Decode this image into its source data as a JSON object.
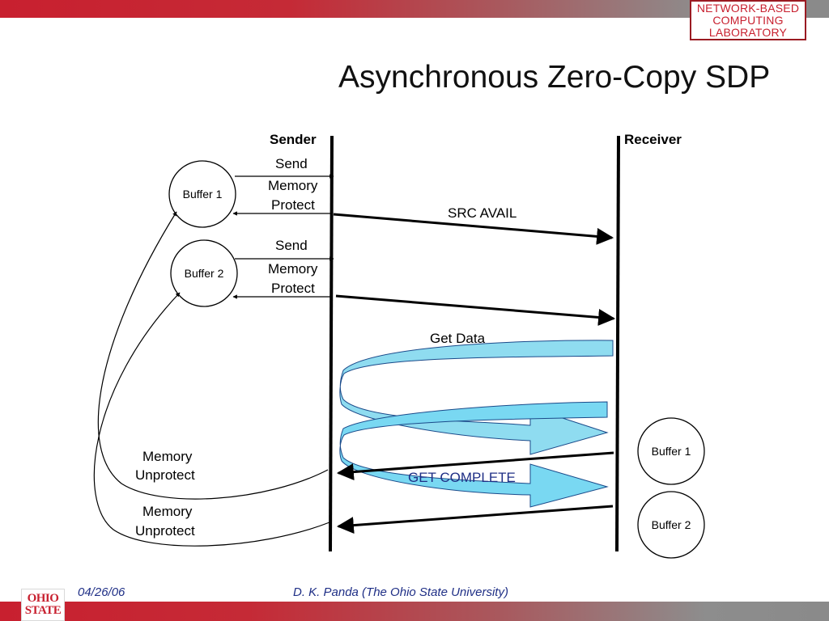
{
  "header": {
    "lab_logo_lines": [
      "NETWORK-BASED",
      "COMPUTING",
      "LABORATORY"
    ],
    "title": "Asynchronous Zero-Copy SDP"
  },
  "diagram": {
    "sender_label": "Sender",
    "receiver_label": "Receiver",
    "sender_buffers": [
      "Buffer 1",
      "Buffer 2"
    ],
    "receiver_buffers": [
      "Buffer 1",
      "Buffer 2"
    ],
    "send_labels": [
      "Send",
      "Send"
    ],
    "memory_protect_labels": [
      {
        "line1": "Memory",
        "line2": "Protect"
      },
      {
        "line1": "Memory",
        "line2": "Protect"
      }
    ],
    "memory_unprotect_labels": [
      {
        "line1": "Memory",
        "line2": "Unprotect"
      },
      {
        "line1": "Memory",
        "line2": "Unprotect"
      }
    ],
    "src_avail": "SRC AVAIL",
    "get_data": "Get Data",
    "get_complete": "GET COMPLETE",
    "colors": {
      "swirl_fill": "#8fdcf0",
      "arrow_fill": "#79d8f2",
      "outline": "#1a4a8a",
      "get_complete_text": "#1f2f86"
    }
  },
  "footer": {
    "osu_logo_lines": [
      "OHIO",
      "STATE"
    ],
    "date": "04/26/06",
    "author": "D. K. Panda (The Ohio State University)"
  }
}
